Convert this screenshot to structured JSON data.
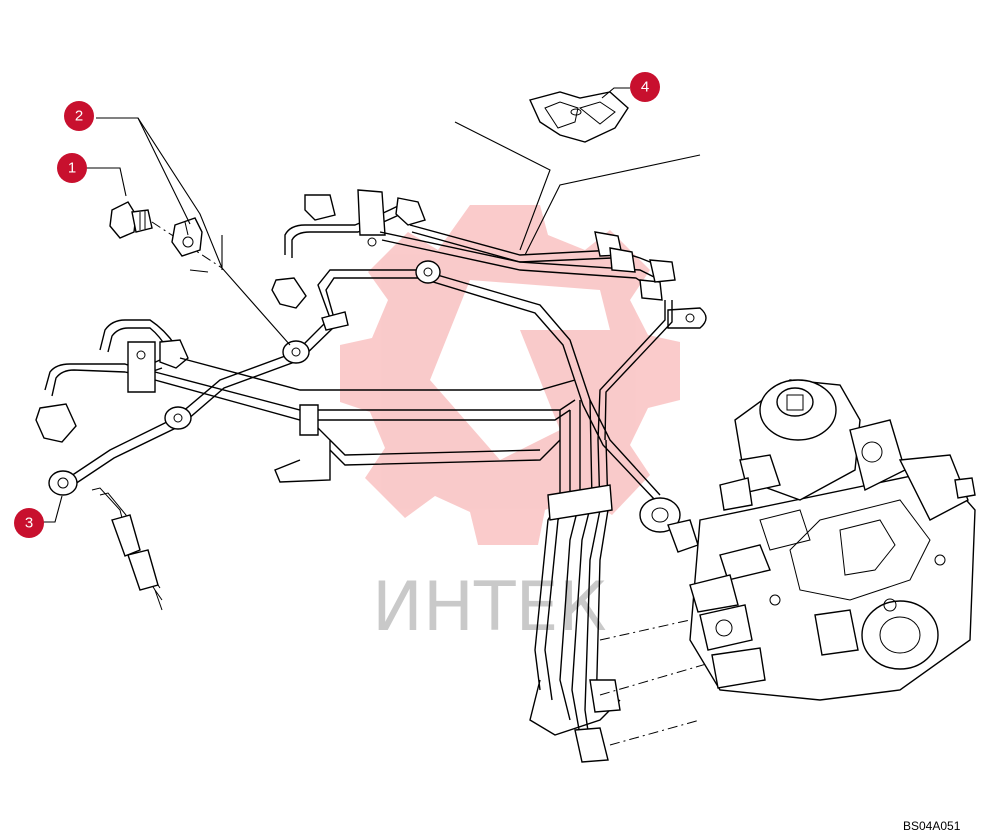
{
  "callouts": [
    {
      "number": "1"
    },
    {
      "number": "2"
    },
    {
      "number": "3"
    },
    {
      "number": "4"
    }
  ],
  "watermark": {
    "text": "ИНТЕК",
    "color": "#f3a9a9"
  },
  "drawing_code": "BS04A051",
  "colors": {
    "callout": "#c8102e",
    "line": "#000000",
    "watermark_logo": "#f6b3b3",
    "watermark_text": "#c9c9c9"
  }
}
